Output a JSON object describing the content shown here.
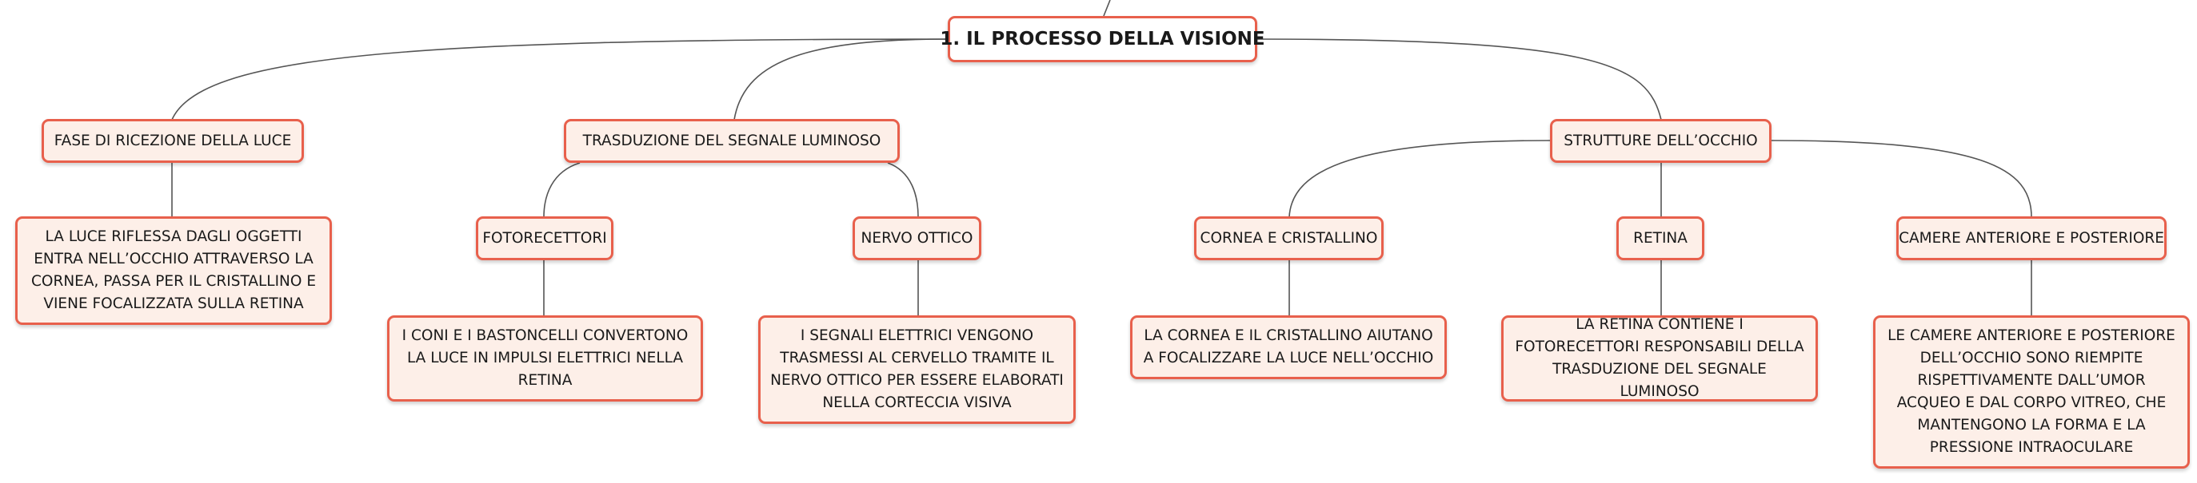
{
  "root": "1. IL PROCESSO DELLA VISIONE",
  "branches": [
    {
      "label": "FASE DI RICEZIONE DELLA LUCE",
      "detail": "LA LUCE RIFLESSA DAGLI OGGETTI ENTRA NELL’OCCHIO ATTRAVERSO LA CORNEA, PASSA PER IL CRISTALLINO E VIENE FOCALIZZATA SULLA RETINA"
    },
    {
      "label": "TRASDUZIONE DEL SEGNALE LUMINOSO",
      "children": [
        {
          "label": "FOTORECETTORI",
          "detail": "I CONI E I BASTONCELLI CONVERTONO LA LUCE IN IMPULSI ELETTRICI NELLA RETINA"
        },
        {
          "label": "NERVO OTTICO",
          "detail": "I SEGNALI ELETTRICI VENGONO TRASMESSI AL CERVELLO TRAMITE IL NERVO OTTICO PER ESSERE ELABORATI NELLA CORTECCIA VISIVA"
        }
      ]
    },
    {
      "label": "STRUTTURE DELL’OCCHIO",
      "children": [
        {
          "label": "CORNEA E CRISTALLINO",
          "detail": "LA CORNEA E IL CRISTALLINO AIUTANO A FOCALIZZARE LA LUCE NELL’OCCHIO"
        },
        {
          "label": "RETINA",
          "detail": "LA RETINA CONTIENE I FOTORECETTORI RESPONSABILI DELLA TRASDUZIONE DEL SEGNALE LUMINOSO"
        },
        {
          "label": "CAMERE ANTERIORE E POSTERIORE",
          "detail": "LE CAMERE ANTERIORE E POSTERIORE DELL’OCCHIO SONO RIEMPITE RISPETTIVAMENTE DALL’UMOR ACQUEO E DAL CORPO VITREO, CHE MANTENGONO LA FORMA E LA PRESSIONE INTRAOCULARE"
        }
      ]
    }
  ],
  "colors": {
    "node_border": "#e8604c",
    "node_fill": "#fdefe8",
    "root_fill": "#ffffff",
    "connector": "#555555"
  }
}
